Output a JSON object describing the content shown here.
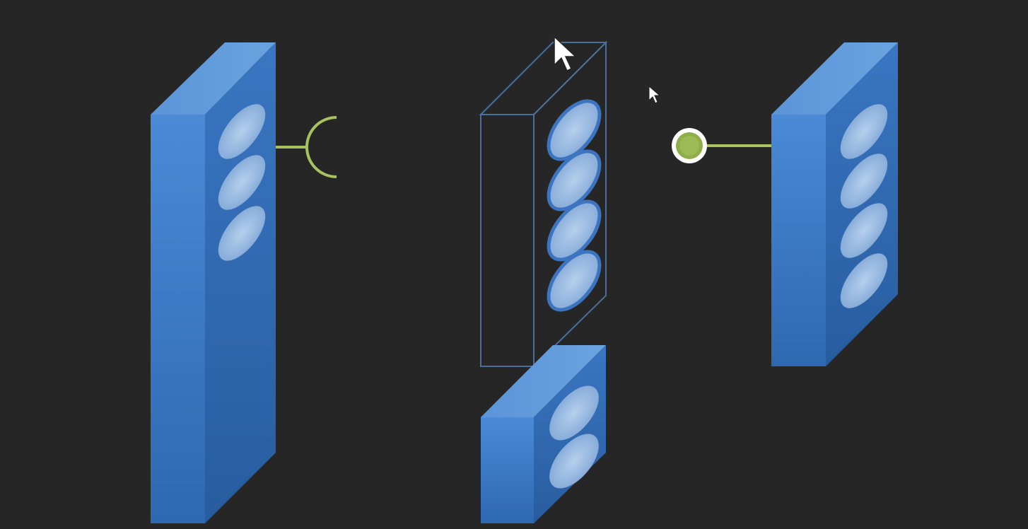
{
  "colors": {
    "background": "#262626",
    "block_front": "#3d7cc9",
    "block_side": "#2f69b3",
    "block_top": "#5d99da",
    "slot_fill": "#9dbde4",
    "outline": "#4a6f9c",
    "connector": "#a9c15f",
    "ball_ring": "#ffffff",
    "cursor": "#ffffff"
  },
  "diagram": {
    "left_block": {
      "slots": 3,
      "connector": "socket-icon"
    },
    "middle_outline": {
      "slots": 4
    },
    "middle_small_block": {
      "slots": 2
    },
    "right_block": {
      "slots": 4,
      "connector": "ball-icon"
    }
  },
  "icons": [
    "socket-icon",
    "ball-icon",
    "cursor-arrow-icon"
  ]
}
